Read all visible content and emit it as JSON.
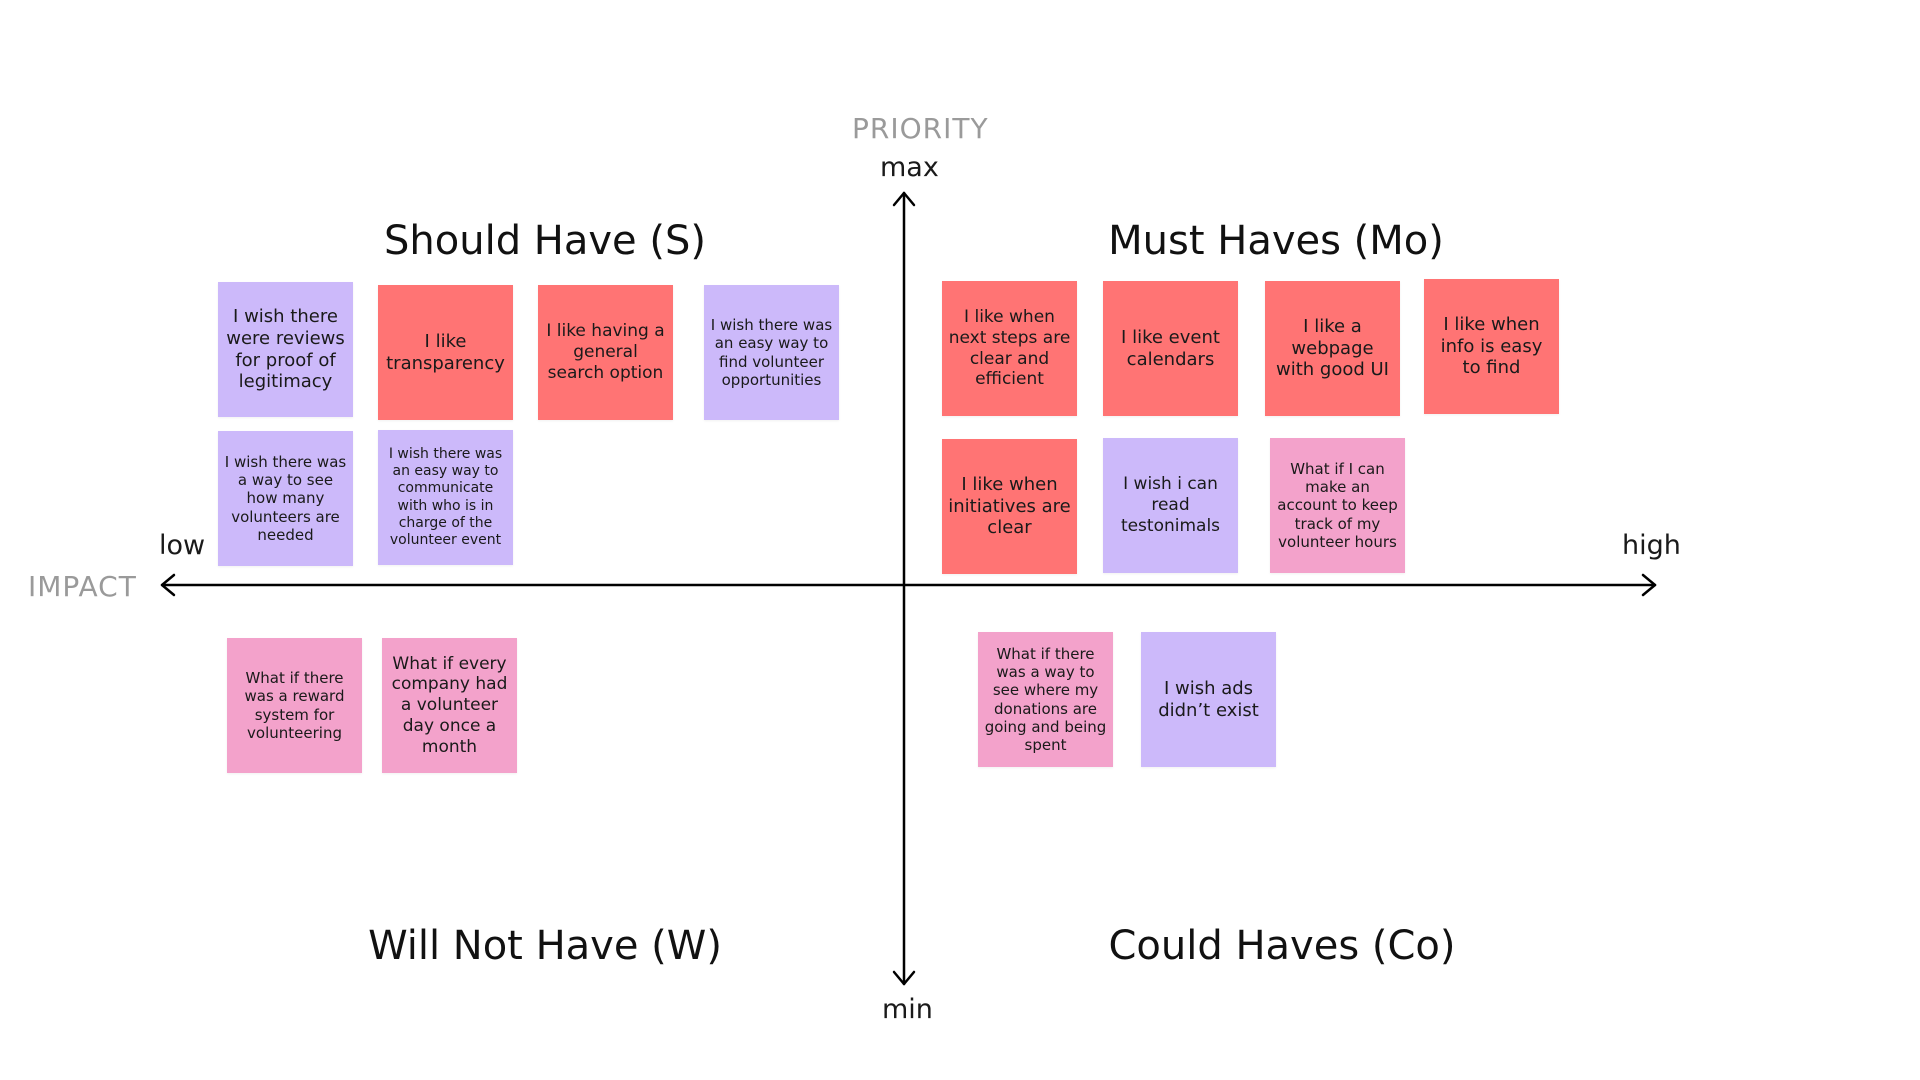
{
  "axes": {
    "priority_title": "PRIORITY",
    "priority_max": "max",
    "priority_min": "min",
    "impact_title": "IMPACT",
    "impact_low": "low",
    "impact_high": "high"
  },
  "quadrants": {
    "should_have": "Should Have (S)",
    "must_haves": "Must Haves (Mo)",
    "will_not_have": "Will Not Have (W)",
    "could_haves": "Could Haves (Co)"
  },
  "colors": {
    "red_note": "#ff7474",
    "purple_note": "#ccb9fa",
    "pink_note": "#f3a2cb",
    "axis": "#000000",
    "axis_title": "#9a9a9a"
  },
  "notes": {
    "reviews": "I wish there were reviews for proof of legitimacy",
    "transparency": "I like transparency",
    "search": "I like having a general search option",
    "find_opportunities": "I wish there was an easy way to find volunteer opportunities",
    "volunteers_needed": "I wish there was a way to see how many volunteers are needed",
    "communicate": "I wish there was an easy way to communicate with who is in charge of the volunteer event",
    "next_steps": "I like when next steps are clear and efficient",
    "event_calendars": "I like event calendars",
    "good_ui": "I like a webpage with good UI",
    "info_easy": "I like when info is easy to find",
    "initiatives": "I like when initiatives are clear",
    "testimonials": "I wish i can read testonimals",
    "track_hours": "What if I can make an account to keep track of my volunteer hours",
    "reward_system": "What if there was a reward system for volunteering",
    "company_day": "What if every company had a volunteer day once a month",
    "donations": "What if there was a way to see where my donations are going and being spent",
    "no_ads": "I wish ads didn’t exist"
  }
}
